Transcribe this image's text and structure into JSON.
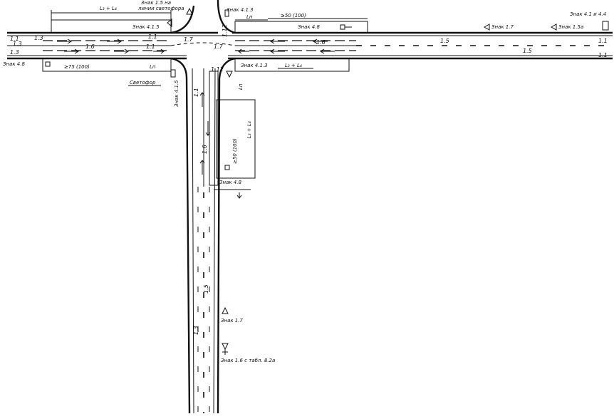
{
  "labels": {
    "sign_1_5_top": "Знак 1.5 на",
    "sign_1_5_top2": "линии светофора",
    "sign_4_1_5_top_left": "Знак 4.1.5",
    "dim_lz_ld_top_left": "L₃ + L₄",
    "sign_4_1_3_top": "Знак 4.1.3",
    "dim_lp_top": "Lп",
    "dim_50_100_top": "≥50 (100)",
    "sign_4_8_top": "Знак 4.8",
    "sign_1_7_right": "Знак 1.7",
    "sign_1_5a_right": "Знак 1.5а",
    "sign_4_1_right_top": "Знак 4.1 и 4.4",
    "sign_4_8_left": "Знак 4.8",
    "dim_75_100_left": "≥75 (100)",
    "dim_lp_left": "Lп",
    "svetofor": "Светофор",
    "sign_4_1_5_left_vert": "Знак 4.1.5",
    "sign_4_1_3_right": "Знак 4.1.3",
    "dim_lz_ld_right": "L₃ + L₄",
    "dim_lp_vert": "Lп",
    "dim_lz_ld_vert": "L₃ + L₄",
    "dim_50_100_vert": "≥50 (100)",
    "sign_4_8_vert": "Знак 4.8",
    "sign_1_7_bottom": "Знак 1.7",
    "sign_1_6_bottom": "Знак 1.6 с табл. 8.2а"
  },
  "markings": {
    "m1_1": "1.1",
    "m1_3": "1.3",
    "m1_5": "1.5",
    "m1_6": "1.6",
    "m1_7": "1.7",
    "m1_12": "1.12"
  }
}
